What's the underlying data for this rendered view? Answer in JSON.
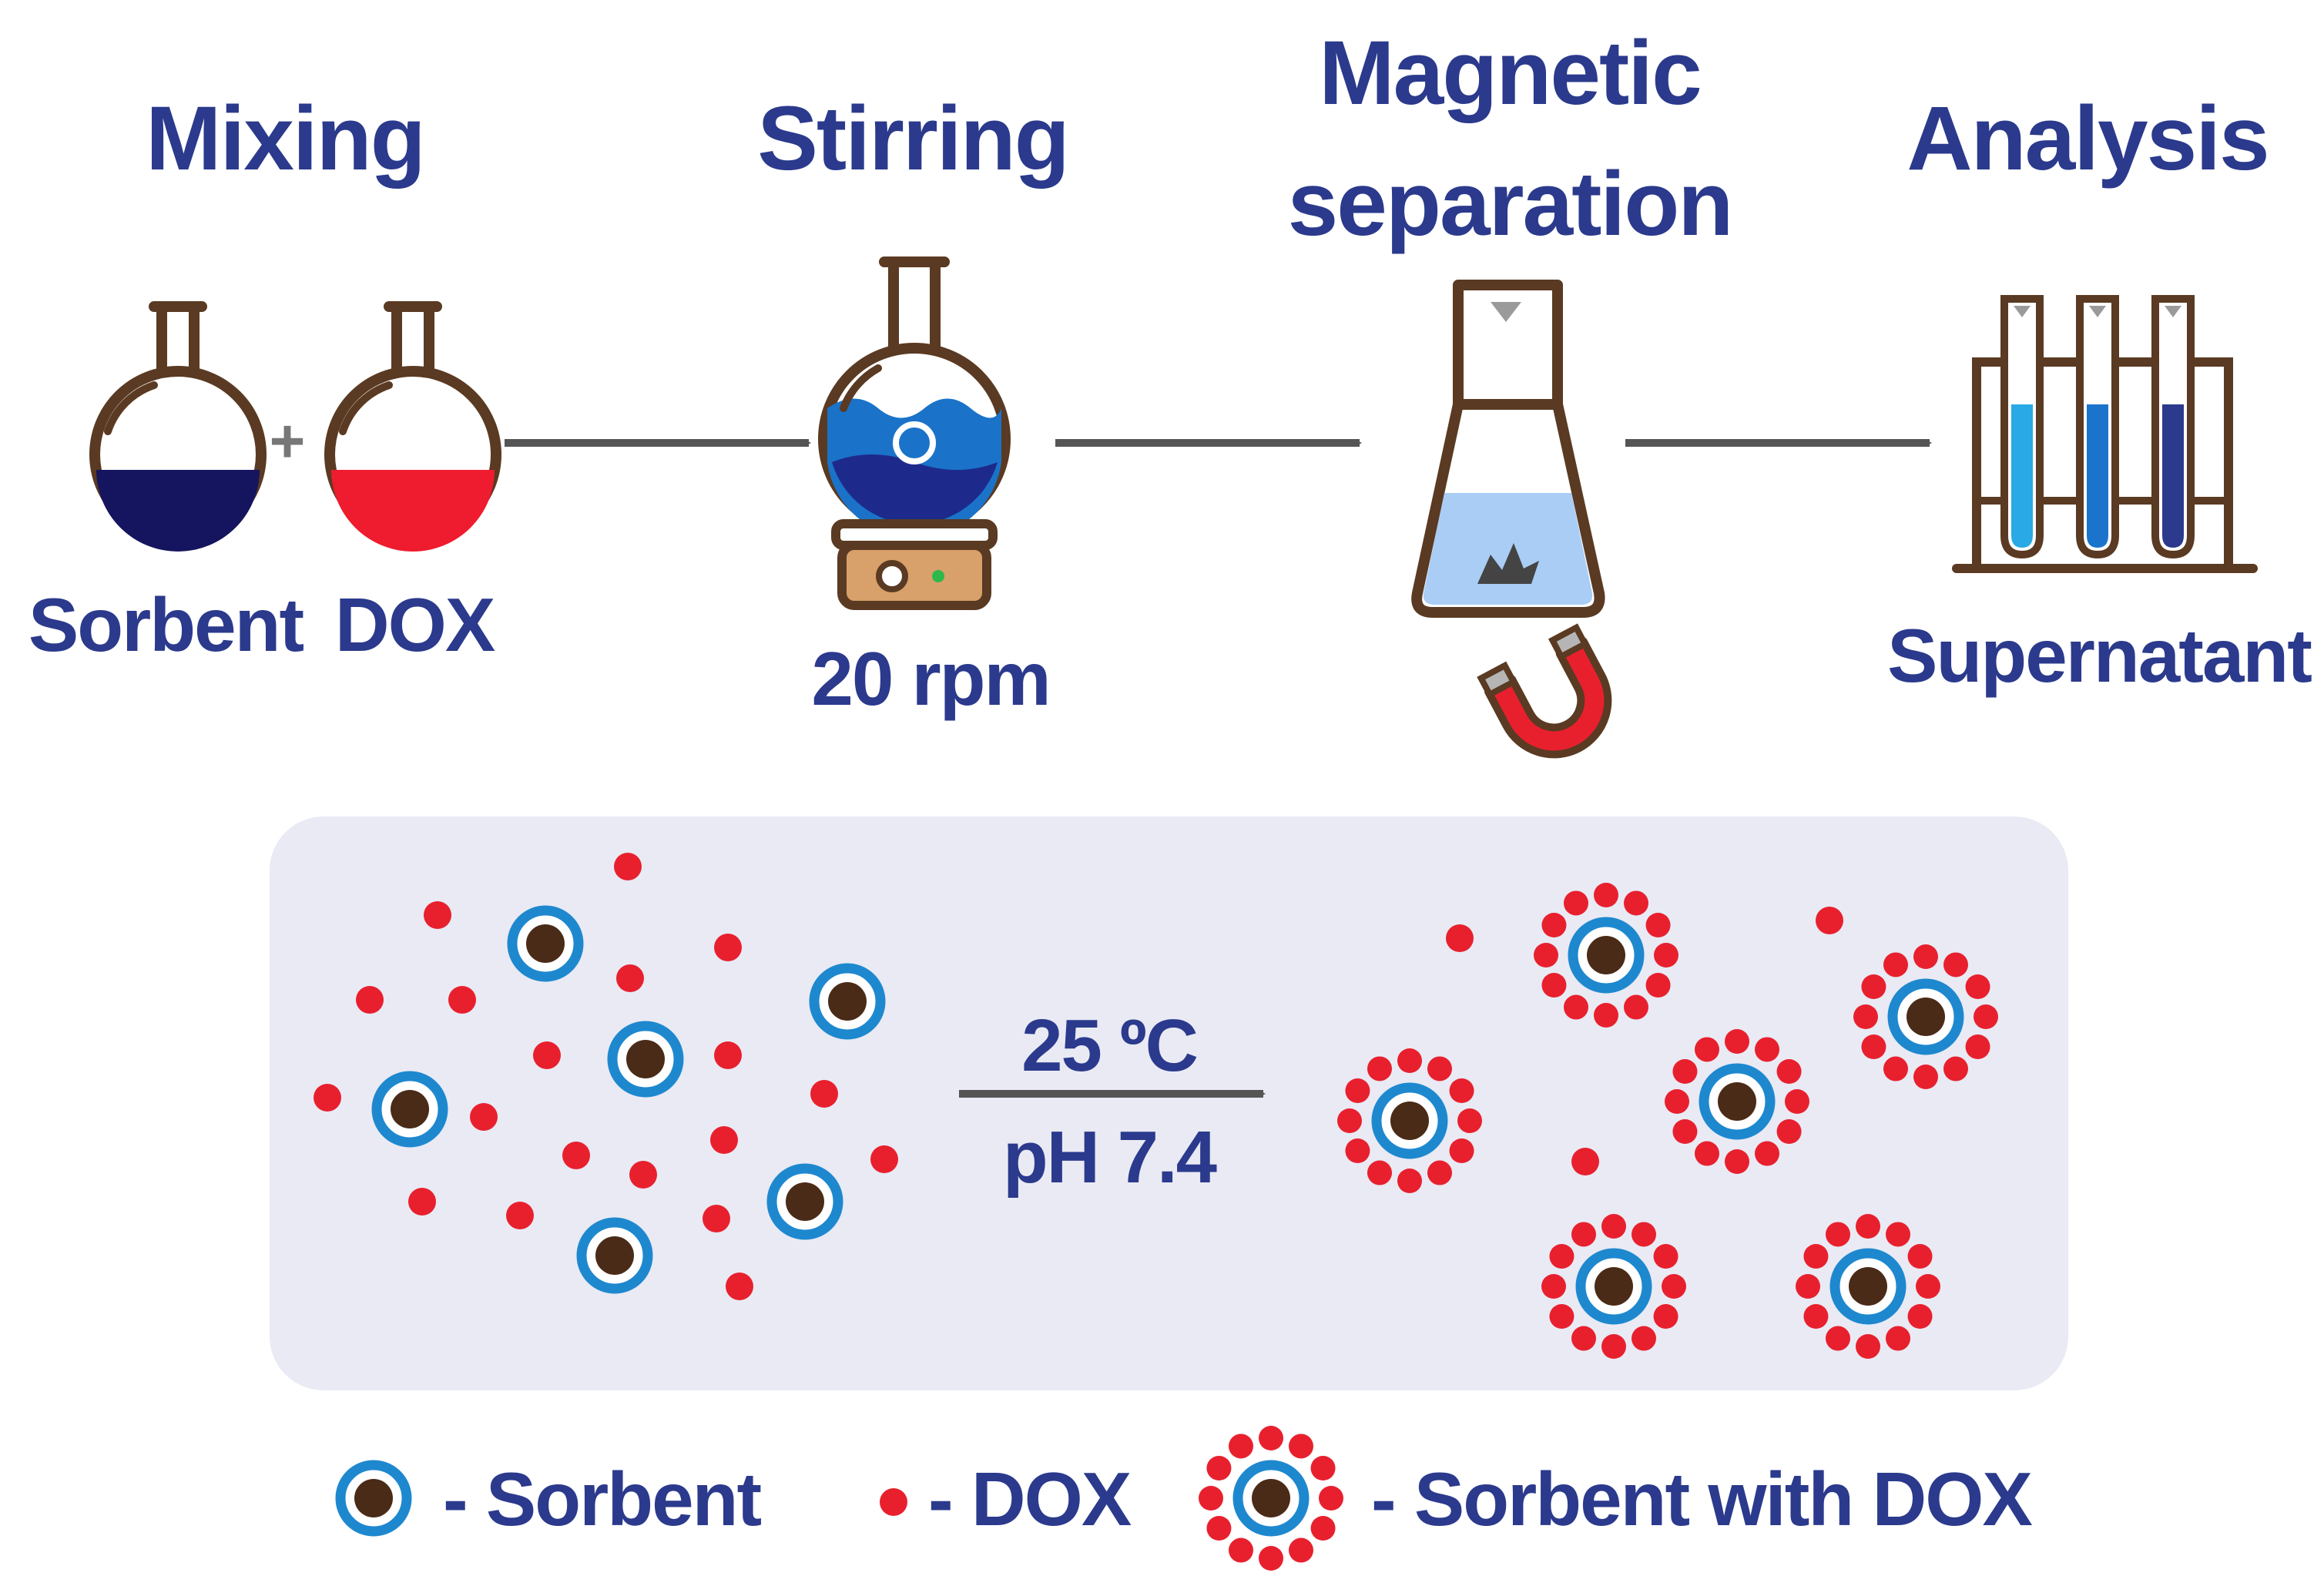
{
  "colors": {
    "text": "#2b3a8c",
    "arrow": "#555555",
    "outline": "#5a3a22",
    "sorbent_liquid": "#15145e",
    "dox_liquid": "#ee1c2e",
    "panel": "#e9eaf4",
    "dox_dot": "#e8202e",
    "sorbent_ring": "#1e88cf",
    "sorbent_core": "#4a2b17",
    "stir_water": "#1a73c9",
    "stir_water_dark": "#1d2a8c",
    "hotplate": "#d8a06a",
    "flask_liquid": "#a9cdf5",
    "magnet_red": "#e8202e",
    "magnet_tip": "#b5b5b5",
    "tube_1": "#29a9e6",
    "tube_2": "#1b74cc",
    "tube_3": "#2b3a8c"
  },
  "steps": {
    "mixing": {
      "title": "Mixing",
      "label_left": "Sorbent",
      "label_right": "DOX",
      "plus": "+"
    },
    "stirring": {
      "title": "Stirring",
      "label": "20 rpm",
      "icon": "stirring-hotplate-icon"
    },
    "separation": {
      "title_line1": "Magnetic",
      "title_line2": "separation",
      "icon": "erlenmeyer-magnet-icon"
    },
    "analysis": {
      "title": "Analysis",
      "label": "Supernatant",
      "icon": "test-tubes-rack-icon"
    }
  },
  "panel": {
    "condition_line1": "25 ºC",
    "condition_line2": "pH 7.4"
  },
  "legend": {
    "sorbent": "- Sorbent",
    "dox": "- DOX",
    "sorbent_with_dox": "- Sorbent with DOX"
  }
}
